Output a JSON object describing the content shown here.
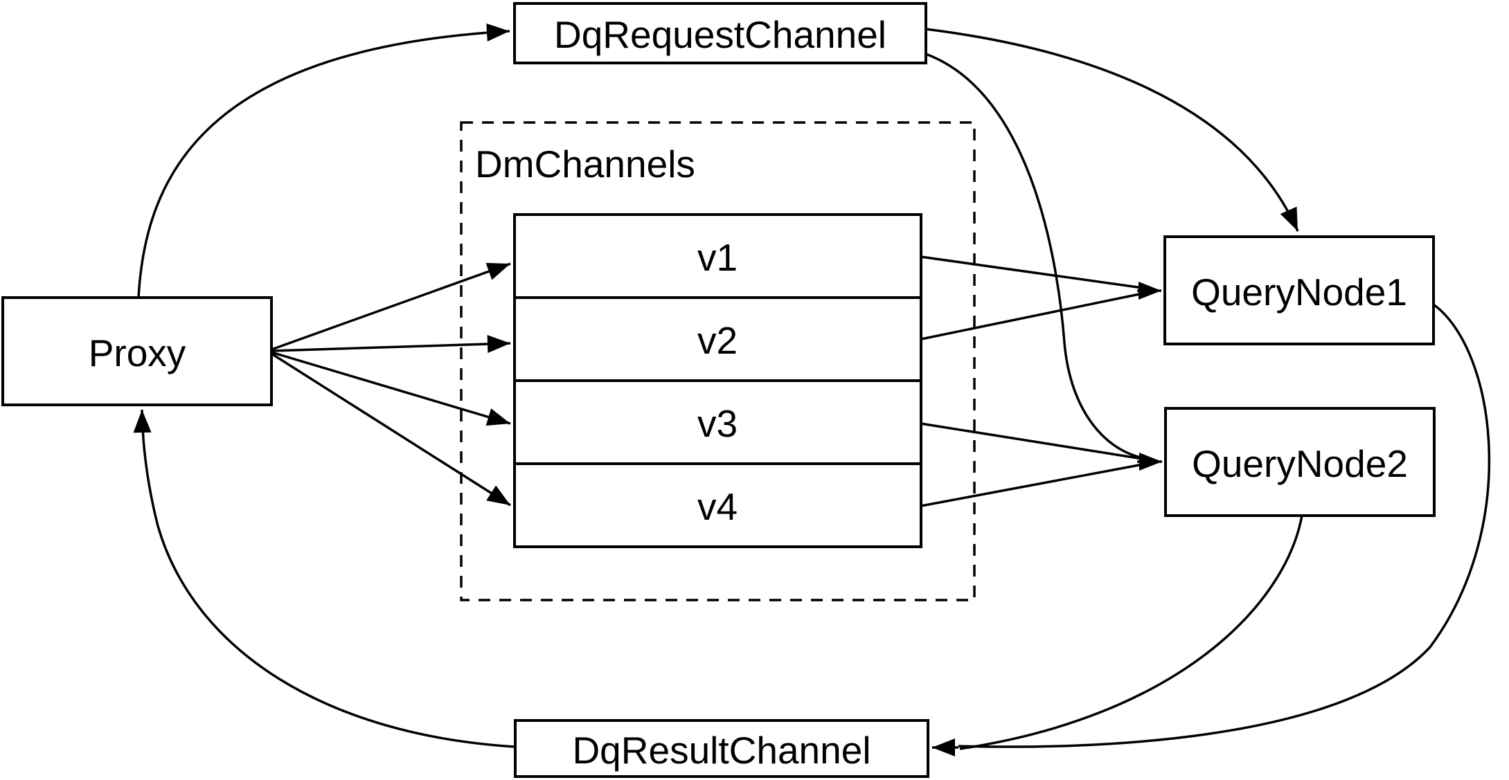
{
  "diagram": {
    "title": "query channel flow diagram",
    "colors": {
      "background": "#ffffff",
      "stroke": "#000000",
      "text": "#000000"
    },
    "nodes": {
      "proxy": "Proxy",
      "dq_request_channel": "DqRequestChannel",
      "dm_channels_group": "DmChannels",
      "query_node1": "QueryNode1",
      "query_node2": "QueryNode2",
      "dq_result_channel": "DqResultChannel"
    },
    "channels": [
      "v1",
      "v2",
      "v3",
      "v4"
    ]
  }
}
